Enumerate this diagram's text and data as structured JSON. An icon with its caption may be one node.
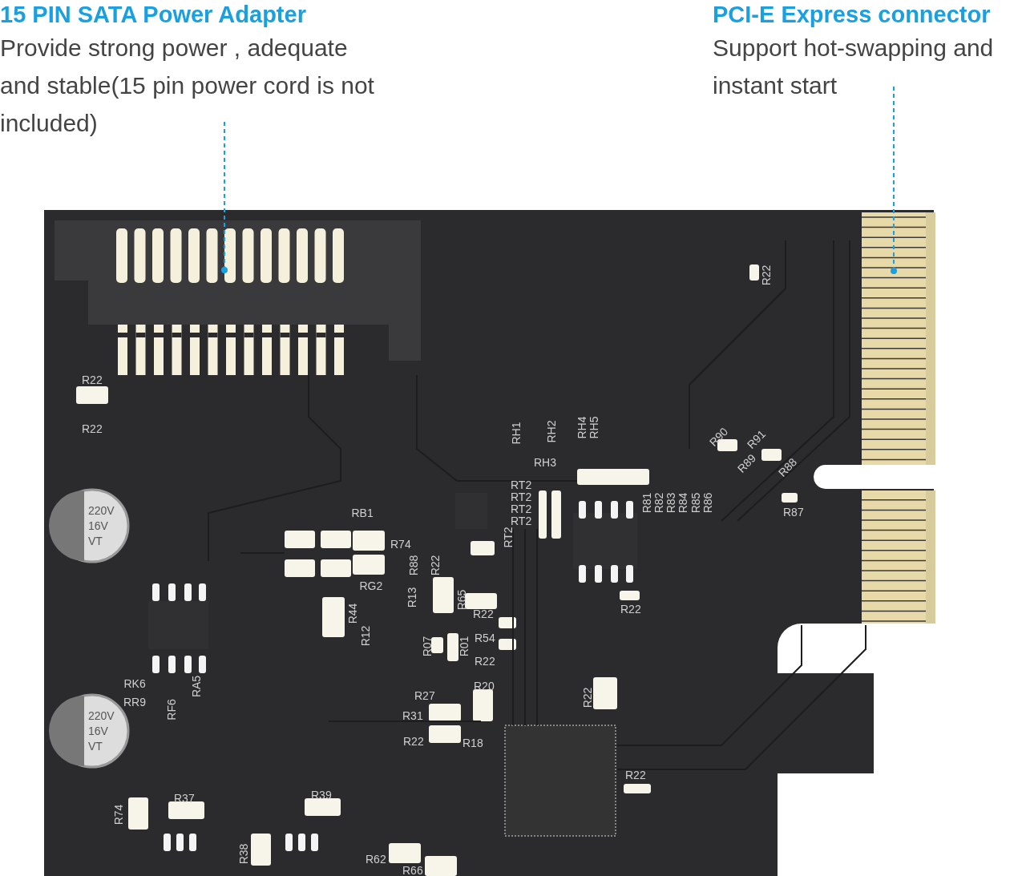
{
  "diagram": {
    "nodes": [
      {
        "text": [
          "15 PIN SATA Power Adapter",
          "Provide strong power , adequate and stable(15 pin power cord is not included)"
        ]
      },
      {
        "text": [
          "PCI-E Express connector",
          "Support hot-swapping and instant start"
        ]
      },
      {
        "text": [],
        "shape": "picture"
      },
      {
        "text": [],
        "shape": "picture"
      }
    ],
    "edges": [
      {
        "from": 0,
        "to": 2,
        "arrow": "other",
        "style": "dashed",
        "color": "#1a9fe0"
      },
      {
        "from": 1,
        "to": 3,
        "arrow": "other",
        "style": "dashed",
        "color": "#1a9fe0"
      }
    ],
    "labels": [
      "R22",
      "R22",
      "R22",
      "RH1",
      "RH2",
      "RH4",
      "RH5",
      "R90",
      "R91",
      "RH3",
      "R89",
      "R88",
      "RT2",
      "RT2",
      "RT2",
      "RT2",
      "R81",
      "R82",
      "R83",
      "R84",
      "R85",
      "R86",
      "RB1",
      "R87",
      "220V 16V VT",
      "RT2",
      "R74",
      "R88",
      "R22",
      "RG2",
      "R13",
      "R65",
      "R22",
      "R44",
      "R22",
      "R12",
      "R54",
      "R07",
      "R01",
      "R22",
      "RK6",
      "RA5",
      "R20",
      "R27",
      "R22",
      "RR9",
      "RF6",
      "R31",
      "220V 16V VT",
      "R22",
      "R18",
      "R22",
      "R39",
      "R37",
      "R74",
      "R38",
      "R62",
      "R66"
    ]
  }
}
